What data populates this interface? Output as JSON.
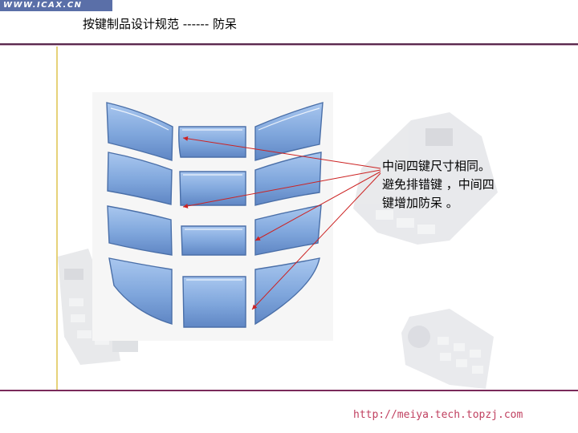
{
  "header": {
    "logo_text": "WWW.ICAX.CN",
    "title": "按键制品设计规范 ------ 防呆"
  },
  "note": {
    "lines": [
      "中间四键尺寸相同。",
      "避免排错键 ，中间四",
      "键增加防呆 。"
    ]
  },
  "footer": {
    "url": "http://meiya.tech.topzj.com"
  },
  "colors": {
    "accent_rule": "#5a2a4e",
    "vertical_rule": "#e6d27a",
    "key_fill": "#7fa6dc",
    "arrow": "#cc2222",
    "footer_text": "#c04060"
  },
  "icons": [
    "keypad-illustration",
    "phone-keypad-photo",
    "arrow-icon"
  ]
}
